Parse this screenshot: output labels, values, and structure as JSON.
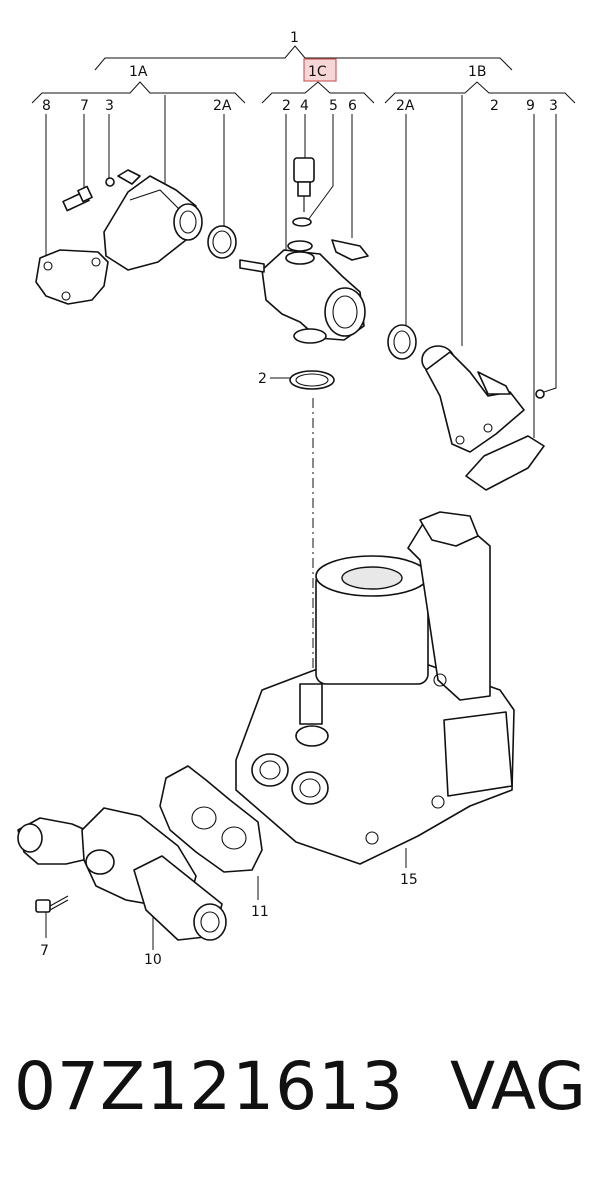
{
  "labels": {
    "group_1": "1",
    "group_1a": "1A",
    "group_1b": "1B",
    "group_1c": "1C",
    "left_8": "8",
    "left_7": "7",
    "left_3": "3",
    "left_2a": "2A",
    "mid_2": "2",
    "mid_4": "4",
    "mid_5": "5",
    "mid_6": "6",
    "right_2a": "2A",
    "right_2": "2",
    "right_9": "9",
    "right_3": "3",
    "callout_2": "2",
    "callout_15": "15",
    "callout_11": "11",
    "callout_7": "7",
    "callout_10": "10"
  },
  "caption": {
    "part_number": "07Z121613",
    "brand": "VAG"
  },
  "colors": {
    "highlight_fill": "#f6d6d6",
    "highlight_stroke": "#d06060",
    "line": "#111111"
  }
}
